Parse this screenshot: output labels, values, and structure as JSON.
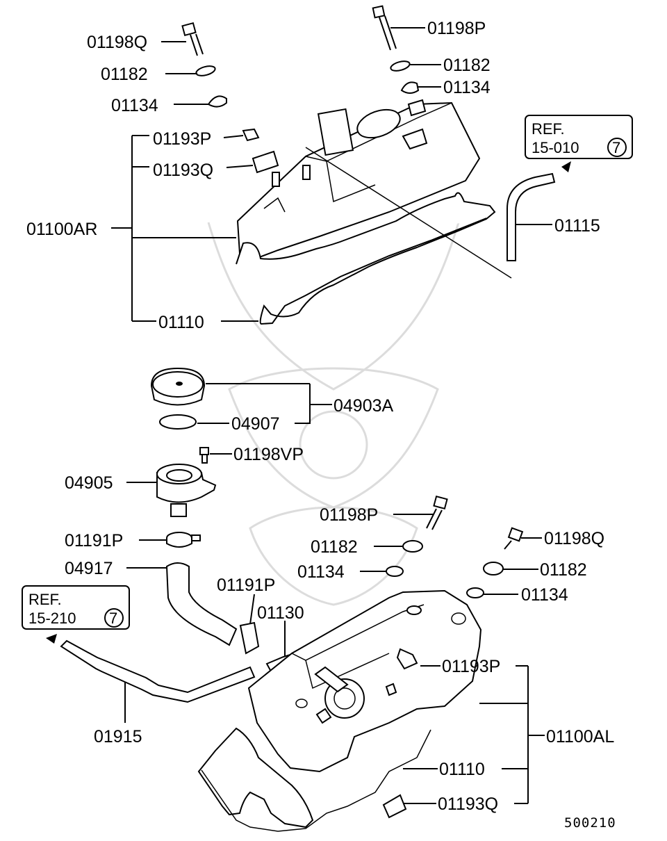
{
  "diagram": {
    "labels": {
      "top_bolt_left": "01198Q",
      "top_washer_left": "01182",
      "top_grommet_left": "01134",
      "top_bolt_right": "01198P",
      "top_washer_right": "01182",
      "top_grommet_right": "01134",
      "top_clip_p": "01193P",
      "top_clip_q": "01193Q",
      "top_cover": "01100AR",
      "top_gasket": "01110",
      "top_hose": "01115",
      "cap_assy": "04903A",
      "cap_gasket": "04907",
      "bolt_vp": "01198VP",
      "filler_neck": "04905",
      "clamp_1": "01191P",
      "hose_04917": "04917",
      "clamp_2": "01191P",
      "pcv_valve": "01130",
      "bot_bolt_p": "01198P",
      "bot_washer_1": "01182",
      "bot_grommet_1": "01134",
      "bot_bolt_q": "01198Q",
      "bot_washer_2": "01182",
      "bot_grommet_2": "01134",
      "bot_clip_p": "01193P",
      "bot_cover": "01100AL",
      "bot_gasket": "01110",
      "bot_clip_q": "01193Q",
      "bot_hose": "01915"
    },
    "ref_top": {
      "line1": "REF.",
      "line2": "15-010",
      "circle": "7"
    },
    "ref_bottom": {
      "line1": "REF.",
      "line2": "15-210",
      "circle": "7"
    },
    "diagram_code": "500210"
  }
}
